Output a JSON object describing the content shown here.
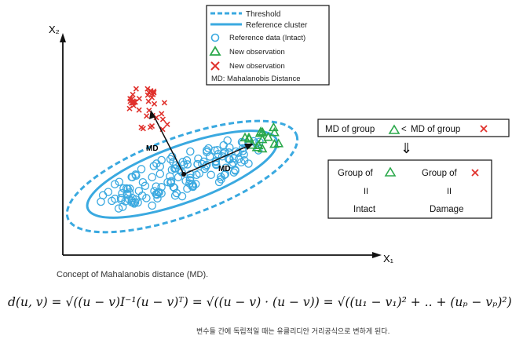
{
  "diagram": {
    "axes": {
      "x_label": "X₁",
      "y_label": "X₂"
    },
    "legend": {
      "threshold": "Threshold",
      "reference_cluster": "Reference cluster",
      "reference_data": "Reference data (Intact)",
      "new_observation_green": "New observation",
      "new_observation_red": "New observation",
      "md_definition": "MD: Mahalanobis Distance"
    },
    "labels": {
      "md_red": "MD",
      "md_green": "MD"
    },
    "comparison": {
      "left_text": "MD of group",
      "less_than": "<",
      "right_text": "MD of group",
      "arrow": "⇓"
    },
    "result": {
      "col1_title": "Group of",
      "col1_eq": "II",
      "col1_value": "Intact",
      "col2_title": "Group of",
      "col2_eq": "II",
      "col2_value": "Damage"
    },
    "colors": {
      "blue": "#3aa9e0",
      "green": "#2aa84a",
      "red": "#e0312c",
      "dark": "#111111"
    }
  },
  "caption": "Concept of Mahalanobis distance (MD).",
  "formula": "d(u, v) = √((u − v)I⁻¹(u − v)ᵀ) = √((u − v) · (u − v)) = √((u₁ − v₁)² + .. + (uₚ − vₚ)²)",
  "note": "변수들 간에 독립적일 때는 유클리디안 거리공식으로 변하게 된다."
}
